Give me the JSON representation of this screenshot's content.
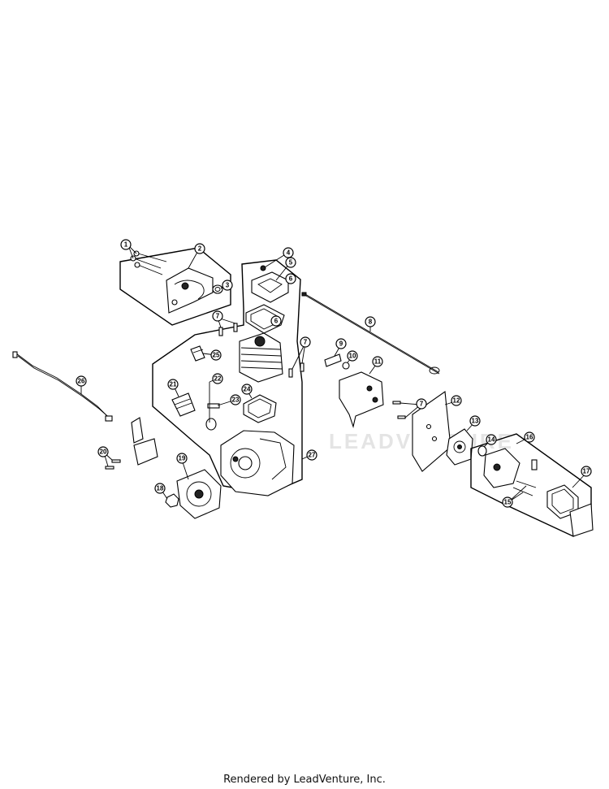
{
  "watermark": "LEADVENTURE",
  "footer": "Rendered by LeadVenture, Inc.",
  "callouts": [
    "1",
    "2",
    "3",
    "4",
    "5",
    "6",
    "7",
    "8",
    "9",
    "10",
    "11",
    "12",
    "13",
    "14",
    "15",
    "16",
    "17",
    "18",
    "19",
    "20",
    "21",
    "22",
    "23",
    "24",
    "25",
    "26",
    "27"
  ]
}
